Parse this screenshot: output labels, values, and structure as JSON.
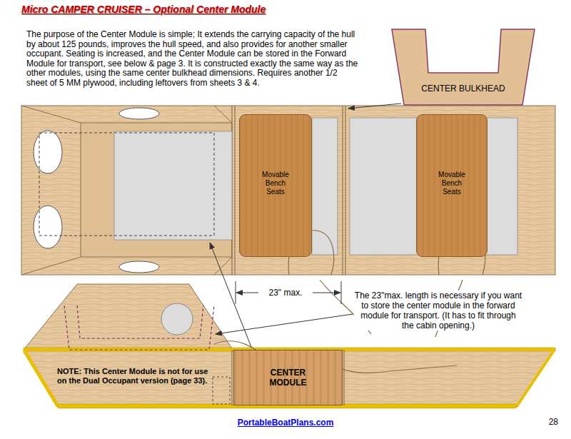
{
  "diagram": {
    "title": "Micro CAMPER CRUISER – Optional Center Module",
    "nodes": [
      {
        "text": [
          "CENTER BULKHEAD"
        ]
      },
      {
        "text": [
          "Movable Bench Seats"
        ]
      },
      {
        "text": [
          "Movable Bench Seats"
        ]
      },
      {
        "text": [
          "CENTER MODULE"
        ]
      }
    ],
    "labels": [
      "The purpose of the Center Module is simple; It extends the carrying capacity of the hull by about 125 pounds, improves the hull speed, and also provides for another smaller occupant. Seating is increased, and the Center Module can be stored in the Forward Module for transport, see below & page 3.  It is constructed exactly the same way as the other modules, using the same center bulkhead dimensions. Requires another 1/2 sheet of 5 MM plywood, including leftovers from sheets 3 & 4.",
      "23\" max.",
      "The 23\"max. length is necessary if you want to store the center module in the forward module for transport. (It has to fit through the cabin opening.)",
      "NOTE: This Center Module is not for use on the Dual Occupant version (page 33).",
      "PortableBoatPlans.com",
      "28"
    ]
  }
}
